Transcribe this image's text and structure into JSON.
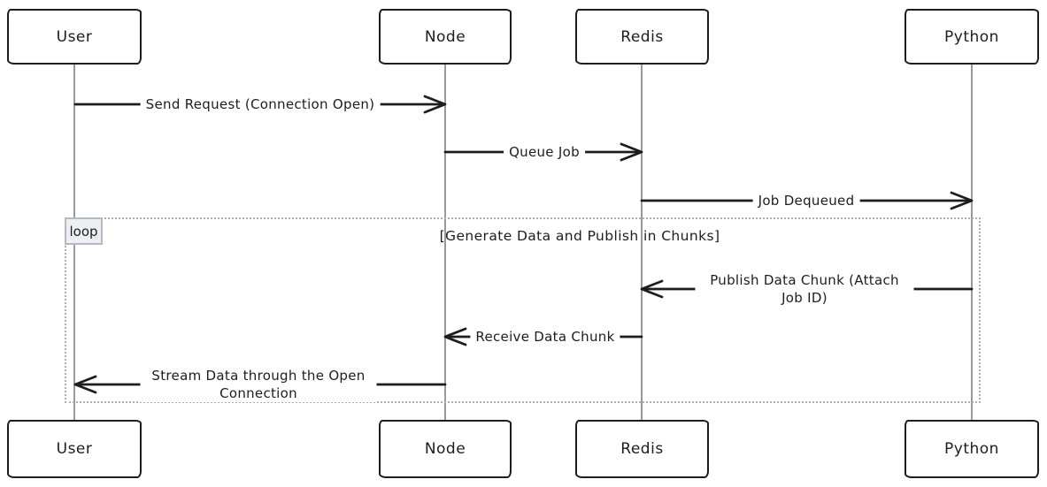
{
  "diagram": {
    "type": "sequence-diagram",
    "style": "hand-drawn",
    "actors": [
      {
        "name": "User"
      },
      {
        "name": "Node"
      },
      {
        "name": "Redis"
      },
      {
        "name": "Python"
      }
    ],
    "messages": [
      {
        "from": "User",
        "to": "Node",
        "label": "Send Request (Connection Open)"
      },
      {
        "from": "Node",
        "to": "Redis",
        "label": "Queue Job"
      },
      {
        "from": "Redis",
        "to": "Python",
        "label": "Job Dequeued"
      },
      {
        "from": "Python",
        "to": "Redis",
        "label": "Publish Data Chunk (Attach Job ID)"
      },
      {
        "from": "Redis",
        "to": "Node",
        "label": "Receive Data Chunk"
      },
      {
        "from": "Node",
        "to": "User",
        "label": "Stream Data through the Open Connection"
      }
    ],
    "loop": {
      "label": "loop",
      "condition": "[Generate Data and Publish in Chunks]"
    },
    "colors": {
      "stroke": "#1d1d1d",
      "lifeline": "#9a9a9a",
      "loop_border": "#a6b0bf",
      "loop_label_bg": "#eceef1",
      "background": "#ffffff"
    }
  }
}
